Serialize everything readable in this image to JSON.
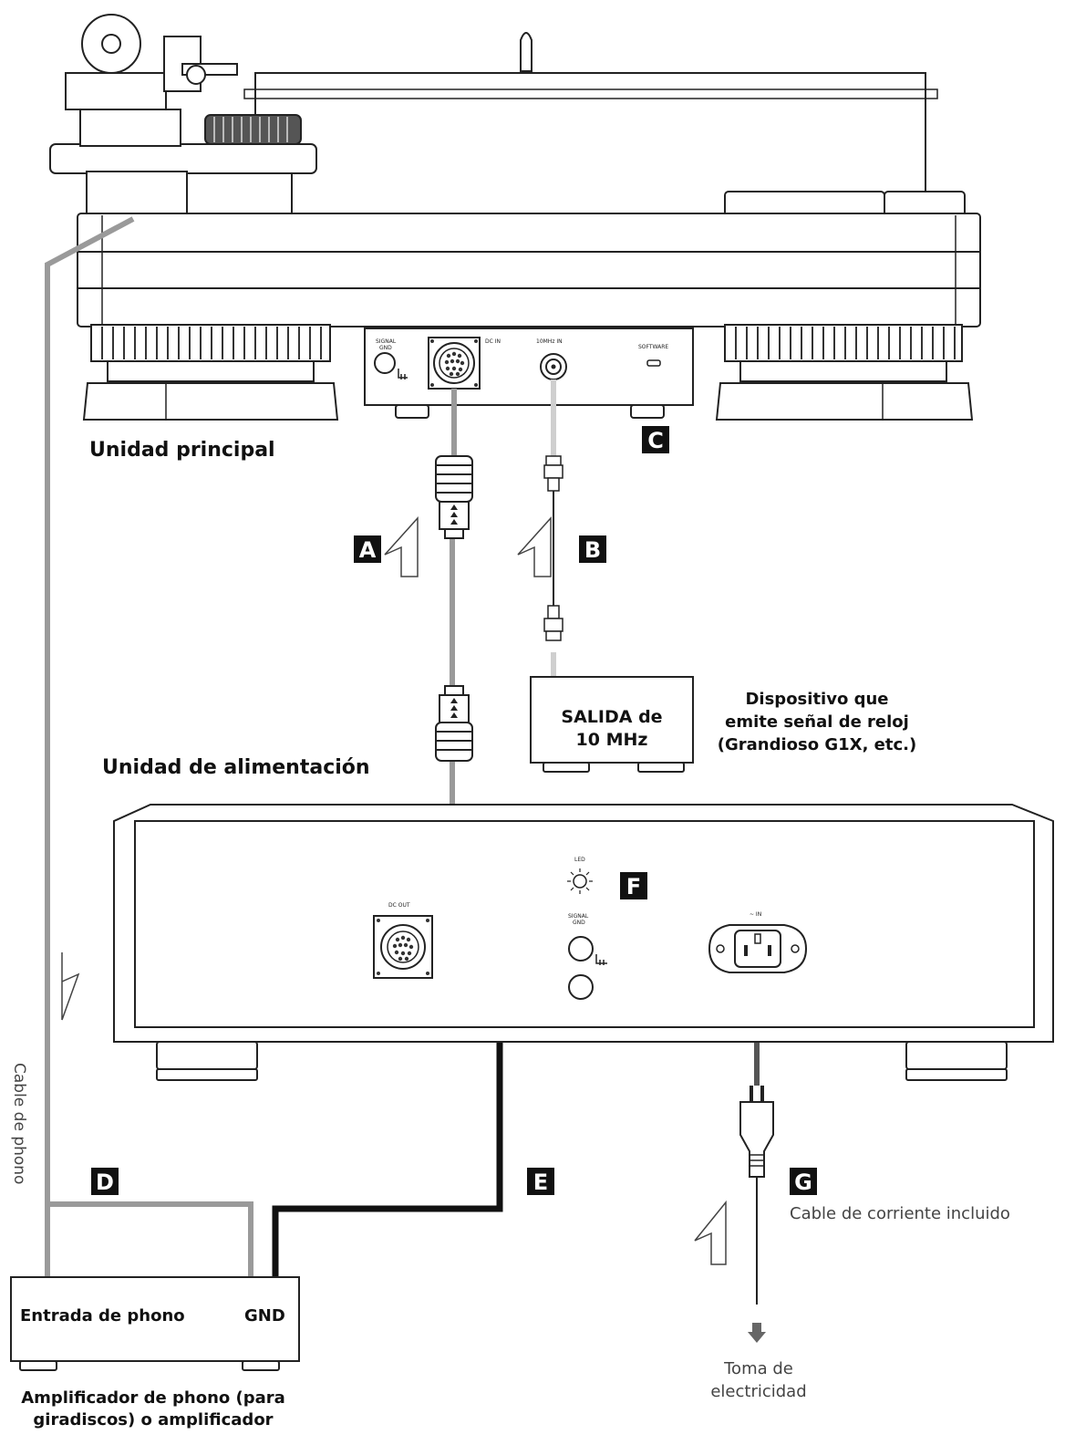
{
  "labels": {
    "main_unit": "Unidad principal",
    "power_unit": "Unidad de alimentación",
    "clock_output_line1": "SALIDA de",
    "clock_output_line2": "10 MHz",
    "clock_device_line1": "Dispositivo que",
    "clock_device_line2": "emite señal de reloj",
    "clock_device_line3": "(Grandioso G1X, etc.)",
    "phono_cable": "Cable de phono",
    "power_cable_included": "Cable de corriente incluido",
    "outlet_line1": "Toma de",
    "outlet_line2": "electricidad",
    "phono_input": "Entrada de phono",
    "gnd": "GND",
    "amp_line1": "Amplificador de phono (para",
    "amp_line2": "giradiscos) o amplificador"
  },
  "panel_labels": {
    "signal_gnd_top": "SIGNAL",
    "signal_gnd_bottom": "GND",
    "dc_in": "DC IN",
    "clock_in": "10MHz IN",
    "software": "SOFTWARE",
    "dc_out": "DC OUT",
    "led": "LED",
    "ac_in": "~ IN"
  },
  "badges": {
    "a": "A",
    "b": "B",
    "c": "C",
    "d": "D",
    "e": "E",
    "f": "F",
    "g": "G"
  },
  "colors": {
    "cable_gray": "#9a9a9a",
    "cable_light": "#cfcfcf",
    "cable_black": "#111111"
  }
}
